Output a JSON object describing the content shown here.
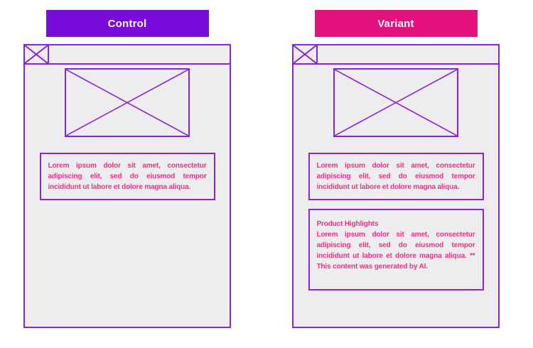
{
  "colors": {
    "control_header_bg": "#7a0cdb",
    "variant_header_bg": "#e2117d",
    "wireframe_border": "#8527d9",
    "panel_bg": "#edecee",
    "text_pink": "#ee2e86",
    "header_text": "#ffffff"
  },
  "icons": {
    "logo_placeholder": "x-in-box",
    "image_placeholder": "crossed-rectangle"
  },
  "control": {
    "header_label": "Control",
    "body_text": "Lorem ipsum dolor sit amet, consectetur adipiscing elit, sed do eiusmod tempor incididunt ut labore et dolore magna aliqua."
  },
  "variant": {
    "header_label": "Variant",
    "body_text": "Lorem ipsum dolor sit amet, consectetur adipiscing elit, sed do eiusmod tempor incididunt ut labore et dolore magna aliqua.",
    "highlights_title": "Product Highlights",
    "highlights_text": "Lorem ipsum dolor sit amet, consectetur adipiscing elit, sed do eiusmod tempor incididunt ut labore et dolore magna aliqua. ** This content was generated by AI."
  }
}
